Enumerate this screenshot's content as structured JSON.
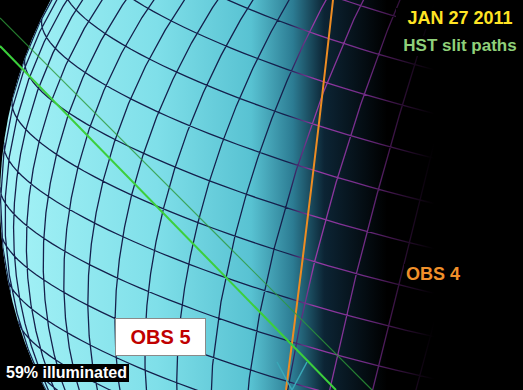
{
  "diagram": {
    "nodes": [
      {
        "text": [
          "OBS 5"
        ]
      }
    ],
    "labels": [
      "JAN 27 2011",
      "HST slit paths",
      "OBS 4",
      "59% illuminated"
    ]
  }
}
